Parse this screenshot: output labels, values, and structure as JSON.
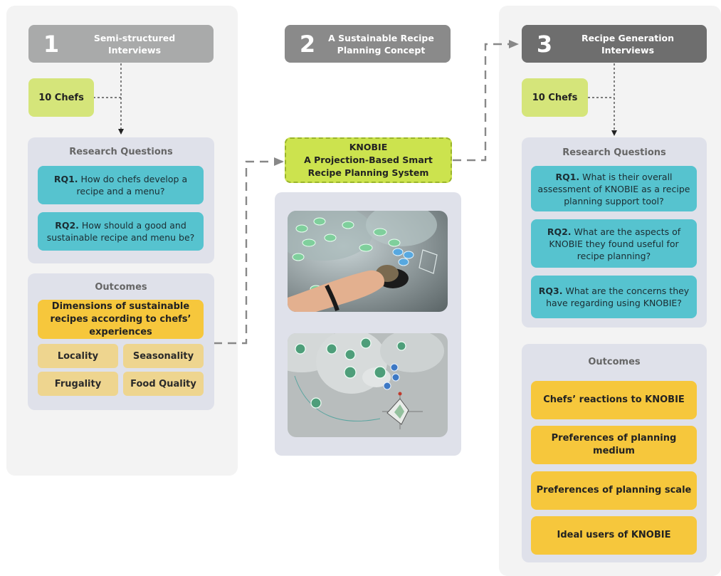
{
  "stage1": {
    "number": "1",
    "title": "Semi-structured Interviews",
    "participants": "10 Chefs",
    "rq_title": "Research Questions",
    "rqs": [
      {
        "label": "RQ1.",
        "text": "How do chefs develop a recipe and a menu?"
      },
      {
        "label": "RQ2.",
        "text": "How should a good and sustainable recipe and menu be?"
      }
    ],
    "outcomes_title": "Outcomes",
    "outcome_main": "Dimensions of sustainable recipes according to chefs’ experiences",
    "dimensions": [
      "Locality",
      "Seasonality",
      "Frugality",
      "Food Quality"
    ]
  },
  "stage2": {
    "number": "2",
    "title": "A Sustainable Recipe Planning Concept",
    "system_name": "KNOBIE",
    "system_desc": "A Projection-Based Smart Recipe Planning System"
  },
  "stage3": {
    "number": "3",
    "title": "Recipe Generation Interviews",
    "participants": "10 Chefs",
    "rq_title": "Research Questions",
    "rqs": [
      {
        "label": "RQ1.",
        "text": "What is their overall assessment of KNOBIE as a recipe planning support tool?"
      },
      {
        "label": "RQ2.",
        "text": "What are the aspects of KNOBIE they found useful for recipe planning?"
      },
      {
        "label": "RQ3.",
        "text": "What are the concerns they have regarding using KNOBIE?"
      }
    ],
    "outcomes_title": "Outcomes",
    "outcomes": [
      "Chefs’ reactions to KNOBIE",
      "Preferences of planning medium",
      "Preferences of planning scale",
      "Ideal users of KNOBIE"
    ]
  },
  "colors": {
    "header1": "#a9aaaa",
    "header2": "#8a8a8a",
    "header3": "#6e6e6e",
    "chefs": "#d5e57a",
    "rq": "#56c3cf",
    "outcome": "#f6c73c",
    "dimension": "#eed58f",
    "knobie": "#cce34e"
  }
}
